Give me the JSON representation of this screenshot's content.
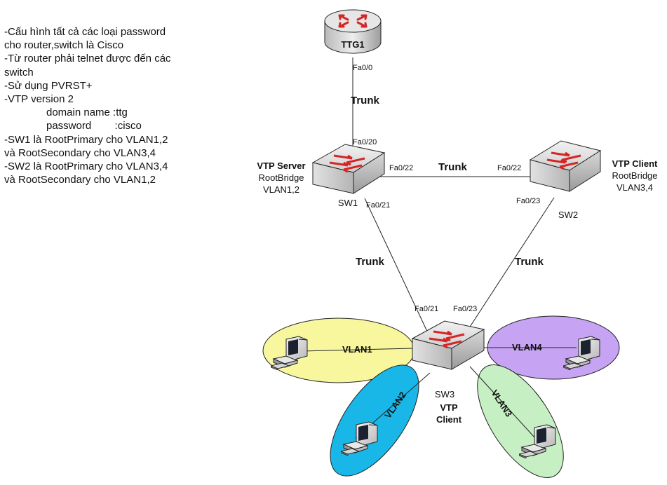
{
  "notes": [
    "-Cấu hình tất cả các loại password",
    "cho router,switch là Cisco",
    "-Từ router phải telnet được đến các",
    "switch",
    "-Sử dụng PVRST+",
    "-VTP version 2",
    "domain name :ttg",
    "password        :cisco",
    "-SW1 là RootPrimary cho VLAN1,2",
    "và RootSecondary cho VLAN3,4",
    "-SW2 là RootPrimary cho VLAN3,4",
    "và RootSecondary cho VLAN1,2"
  ],
  "router": {
    "name": "TTG1",
    "port": "Fa0/0"
  },
  "sw1": {
    "name": "SW1",
    "role": "VTP Server",
    "line2": "RootBridge",
    "line3": "VLAN1,2",
    "port_up": "Fa0/20",
    "port_right": "Fa0/22",
    "port_down": "Fa0/21"
  },
  "sw2": {
    "name": "SW2",
    "role": "VTP Client",
    "line2": "RootBridge",
    "line3": "VLAN3,4",
    "port_left": "Fa0/22",
    "port_down": "Fa0/23"
  },
  "sw3": {
    "name": "SW3",
    "role_line1": "VTP",
    "role_line2": "Client",
    "port_left": "Fa0/21",
    "port_right": "Fa0/23"
  },
  "links": {
    "r_sw1": "Trunk",
    "sw1_sw2": "Trunk",
    "sw1_sw3": "Trunk",
    "sw2_sw3": "Trunk"
  },
  "vlans": {
    "v1": {
      "label": "VLAN1",
      "color": "#f8f79e"
    },
    "v2": {
      "label": "VLAN2",
      "color": "#19b7e8"
    },
    "v3": {
      "label": "VLAN3",
      "color": "#c6f0c3"
    },
    "v4": {
      "label": "VLAN4",
      "color": "#c7a3f3"
    }
  }
}
